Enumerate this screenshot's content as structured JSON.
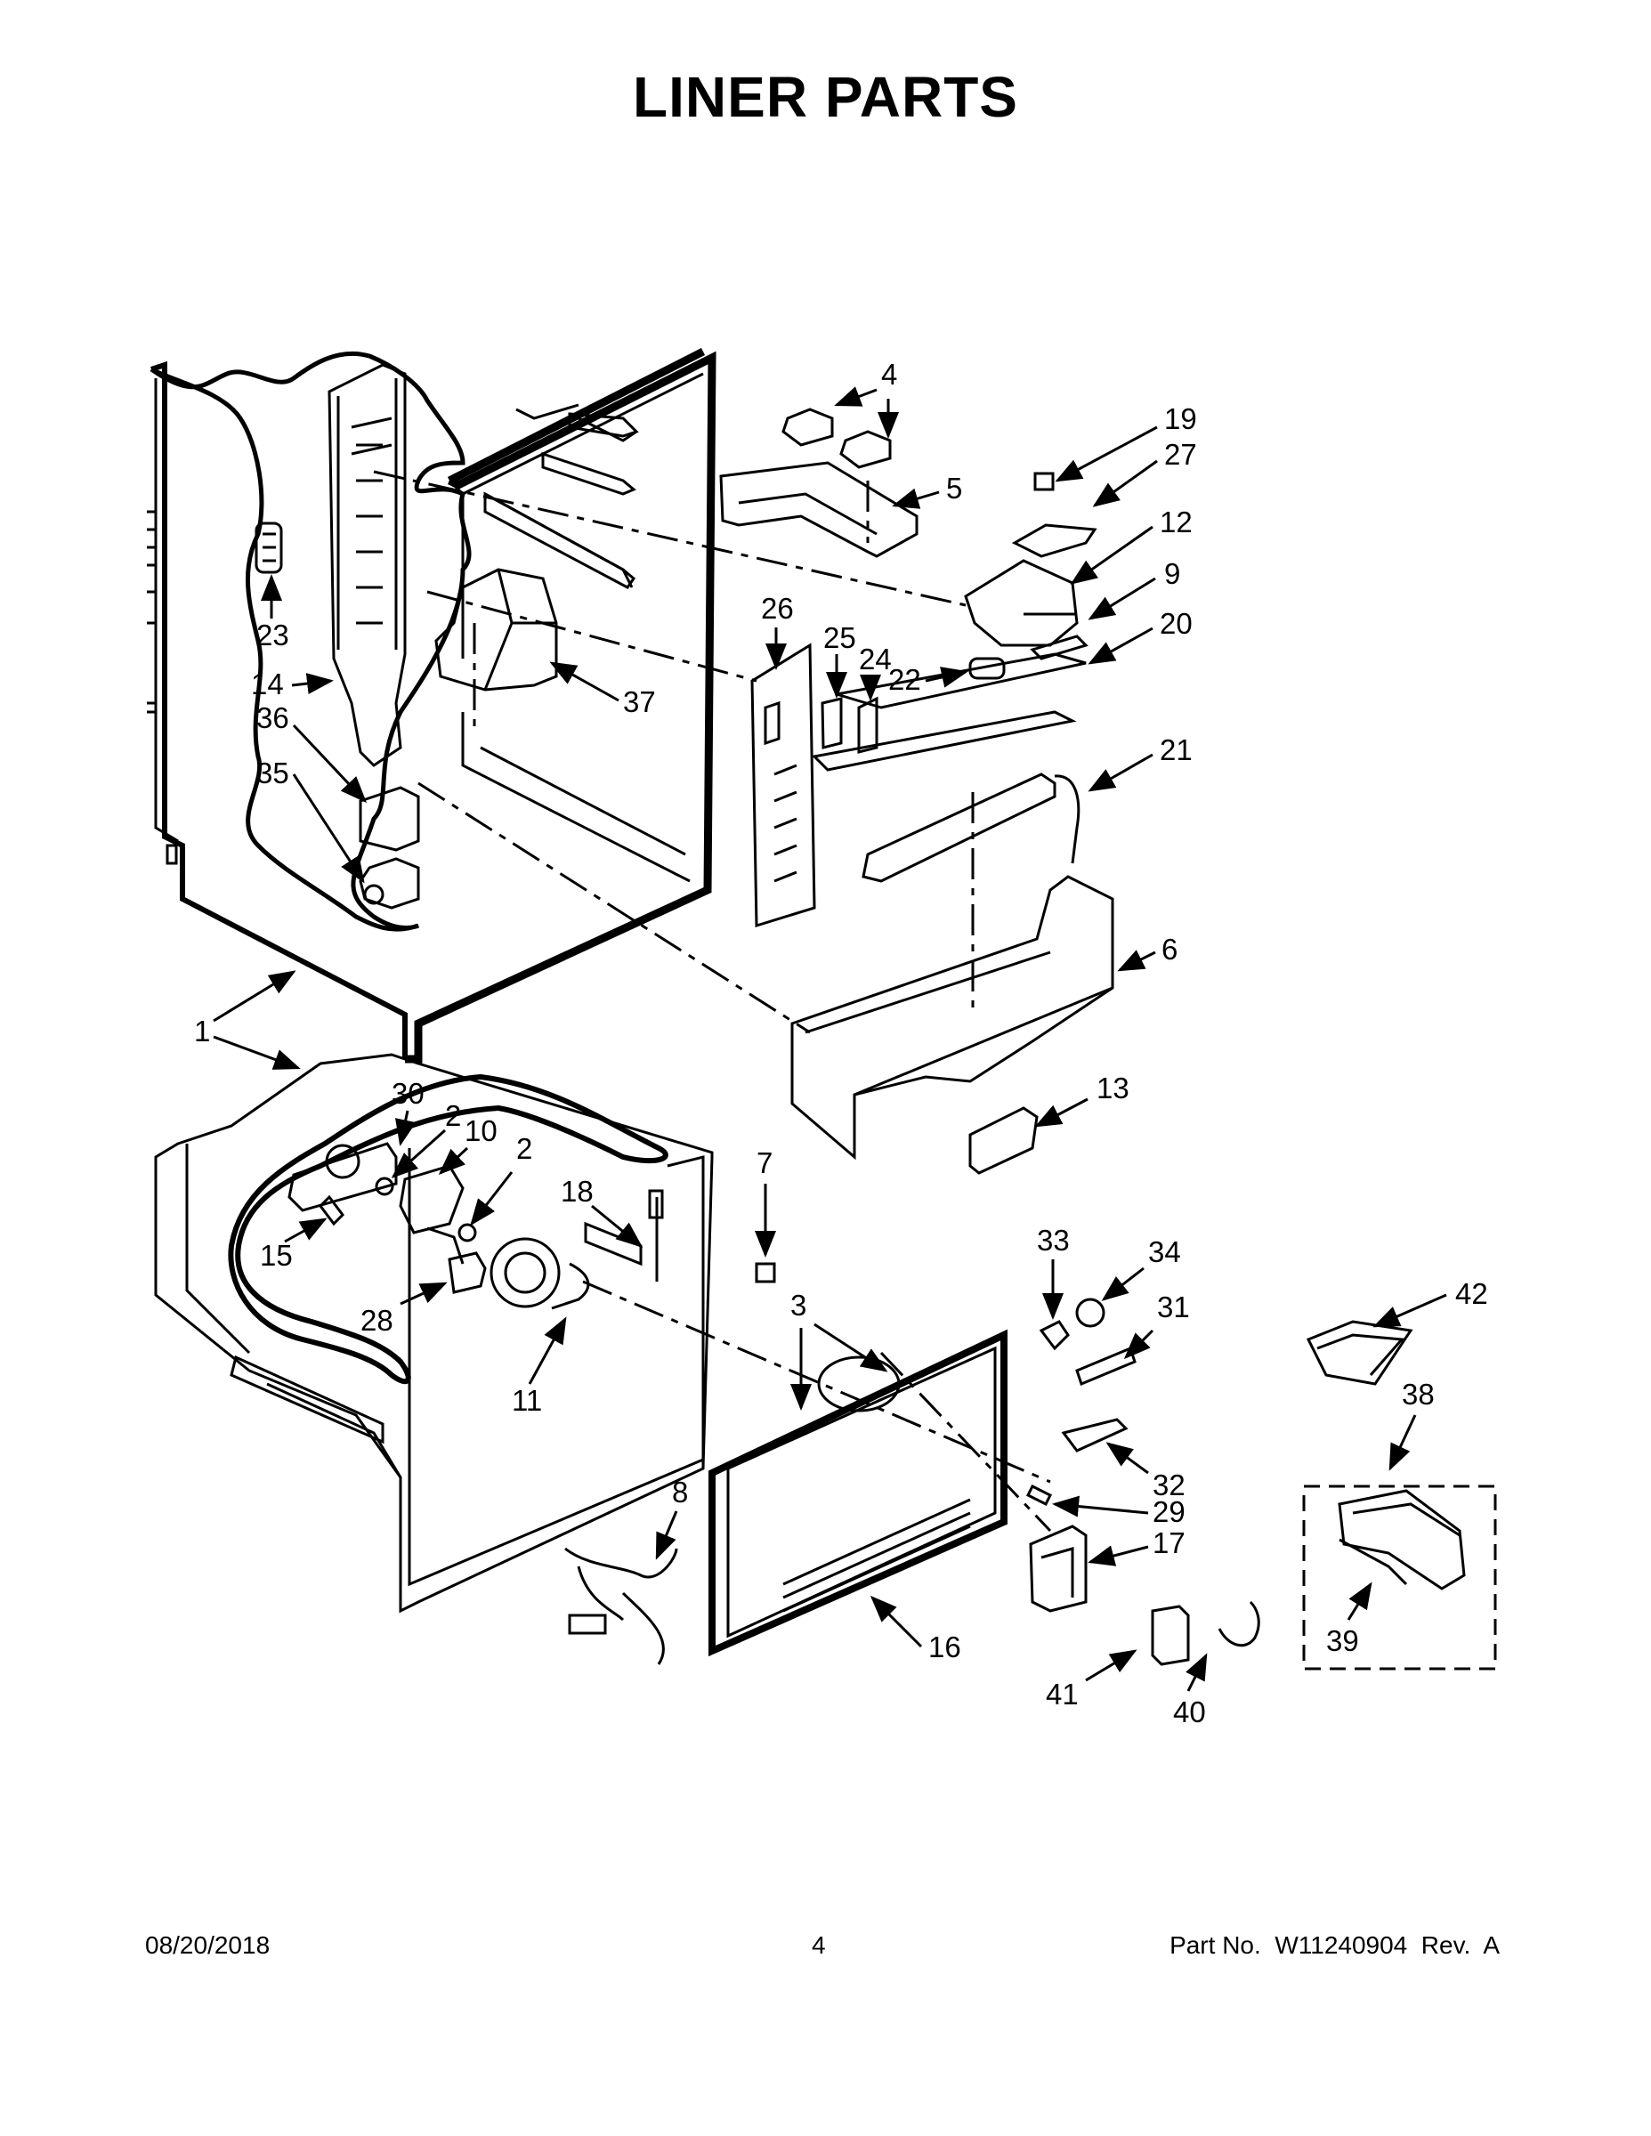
{
  "page": {
    "title": "LINER PARTS"
  },
  "footer": {
    "date": "08/20/2018",
    "page_number": "4",
    "part_info": "Part No.  W11240904  Rev.  A"
  },
  "callouts": [
    {
      "id": "c-1",
      "label": "1"
    },
    {
      "id": "c-2a",
      "label": "2"
    },
    {
      "id": "c-2b",
      "label": "2"
    },
    {
      "id": "c-3",
      "label": "3"
    },
    {
      "id": "c-4",
      "label": "4"
    },
    {
      "id": "c-5",
      "label": "5"
    },
    {
      "id": "c-6",
      "label": "6"
    },
    {
      "id": "c-7",
      "label": "7"
    },
    {
      "id": "c-8",
      "label": "8"
    },
    {
      "id": "c-9",
      "label": "9"
    },
    {
      "id": "c-10",
      "label": "10"
    },
    {
      "id": "c-11",
      "label": "11"
    },
    {
      "id": "c-12",
      "label": "12"
    },
    {
      "id": "c-13",
      "label": "13"
    },
    {
      "id": "c-14",
      "label": "14"
    },
    {
      "id": "c-15",
      "label": "15"
    },
    {
      "id": "c-16",
      "label": "16"
    },
    {
      "id": "c-17",
      "label": "17"
    },
    {
      "id": "c-18",
      "label": "18"
    },
    {
      "id": "c-19",
      "label": "19"
    },
    {
      "id": "c-20",
      "label": "20"
    },
    {
      "id": "c-21",
      "label": "21"
    },
    {
      "id": "c-22",
      "label": "22"
    },
    {
      "id": "c-23",
      "label": "23"
    },
    {
      "id": "c-24",
      "label": "24"
    },
    {
      "id": "c-25",
      "label": "25"
    },
    {
      "id": "c-26",
      "label": "26"
    },
    {
      "id": "c-27",
      "label": "27"
    },
    {
      "id": "c-28",
      "label": "28"
    },
    {
      "id": "c-29",
      "label": "29"
    },
    {
      "id": "c-30",
      "label": "30"
    },
    {
      "id": "c-31",
      "label": "31"
    },
    {
      "id": "c-32",
      "label": "32"
    },
    {
      "id": "c-33",
      "label": "33"
    },
    {
      "id": "c-34",
      "label": "34"
    },
    {
      "id": "c-35",
      "label": "35"
    },
    {
      "id": "c-36",
      "label": "36"
    },
    {
      "id": "c-37",
      "label": "37"
    },
    {
      "id": "c-38",
      "label": "38"
    },
    {
      "id": "c-39",
      "label": "39"
    },
    {
      "id": "c-40",
      "label": "40"
    },
    {
      "id": "c-41",
      "label": "41"
    },
    {
      "id": "c-42",
      "label": "42"
    }
  ]
}
